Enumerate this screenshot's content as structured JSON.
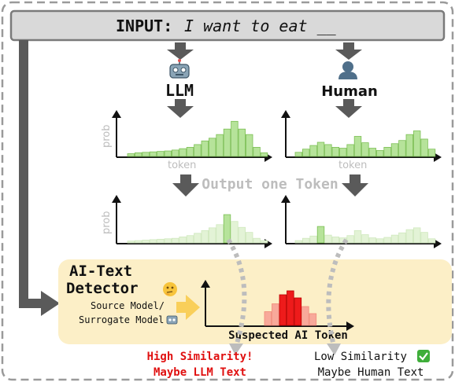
{
  "input": {
    "prefix": "INPUT:",
    "text": "I want to eat __"
  },
  "sources": {
    "llm_label": "LLM",
    "llm_icon": "robot-emoji",
    "human_label": "Human",
    "human_icon": "person-silhouette-emoji"
  },
  "axes": {
    "prob_label": "prob",
    "token_label": "token"
  },
  "step_label": "Output one Token",
  "detector": {
    "title_line1": "AI-Text",
    "title_line2": "Detector",
    "title_emoji": "thinking-face-emoji",
    "source_line1": "Source Model/",
    "source_line2": "Surrogate Model",
    "source_emoji": "robot-emoji",
    "axis_label": "Suspected AI Token"
  },
  "results": {
    "llm_line1": "High Similarity!",
    "llm_line2": "Maybe LLM Text",
    "human_line1": "Low Similarity",
    "human_check": "check-mark-emoji",
    "human_line2": "Maybe Human Text"
  },
  "colors": {
    "green_bar": "#b6e39a",
    "green_stroke": "#7cbf55",
    "green_faint": "#e3f3d6",
    "red_hot": "#ee1b1b",
    "red_soft": "#f8a99a",
    "arrow_gray": "#5a5a5a",
    "panel_yellow": "#fcefc7",
    "header_gray": "#d9d9d9",
    "result_red": "#e01010"
  },
  "chart_data": [
    {
      "type": "bar",
      "name": "llm-distribution",
      "values": [
        0.06,
        0.08,
        0.09,
        0.1,
        0.11,
        0.12,
        0.14,
        0.17,
        0.2,
        0.26,
        0.34,
        0.4,
        0.48,
        0.6,
        0.77,
        0.6,
        0.48,
        0.2,
        0.08
      ]
    },
    {
      "type": "bar",
      "name": "human-distribution",
      "values": [
        0.09,
        0.16,
        0.24,
        0.31,
        0.26,
        0.2,
        0.18,
        0.26,
        0.44,
        0.3,
        0.18,
        0.13,
        0.2,
        0.28,
        0.35,
        0.48,
        0.56,
        0.38,
        0.16
      ]
    },
    {
      "type": "bar",
      "name": "llm-selected-token",
      "values": [
        0.04,
        0.05,
        0.06,
        0.07,
        0.08,
        0.09,
        0.1,
        0.13,
        0.16,
        0.21,
        0.27,
        0.33,
        0.4,
        0.62,
        0.47,
        0.34,
        0.23,
        0.1,
        0.05
      ],
      "highlight_index": 13
    },
    {
      "type": "bar",
      "name": "human-selected-token",
      "values": [
        0.05,
        0.1,
        0.15,
        0.36,
        0.17,
        0.13,
        0.11,
        0.16,
        0.27,
        0.18,
        0.11,
        0.09,
        0.12,
        0.17,
        0.22,
        0.29,
        0.33,
        0.23,
        0.09
      ],
      "highlight_index": 3
    },
    {
      "type": "bar",
      "name": "suspected-ai-token",
      "values": [
        0.35,
        0.55,
        0.78,
        0.88,
        0.7,
        0.48,
        0.3
      ],
      "highlight_indices": [
        2,
        3,
        4
      ]
    }
  ]
}
